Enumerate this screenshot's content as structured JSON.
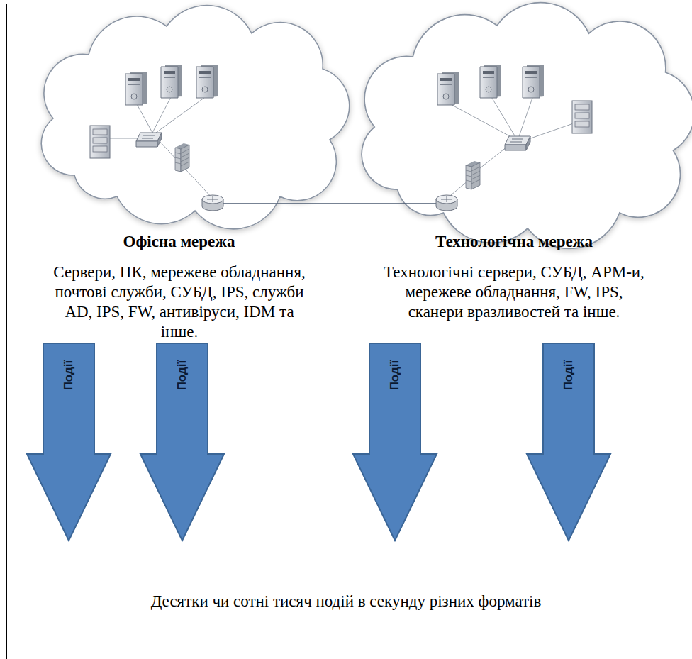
{
  "diagram": {
    "nodes": [
      {
        "text": [
          "Офісна мережа",
          "Сервери, ПК, мережеве обладнання, почтові служби, СУБД, IPS, служби AD, IPS, FW, антивіруси, IDM та інше."
        ]
      },
      {
        "text": [
          "Технологічна мережа",
          "Технологічні сервери, СУБД, АРМ-и, мережеве обладнання, FW, IPS, сканери вразливостей та інше."
        ]
      },
      {
        "text": [
          "Події"
        ]
      },
      {
        "text": [
          "Події"
        ]
      },
      {
        "text": [
          "Події"
        ]
      },
      {
        "text": [
          "Події"
        ]
      }
    ],
    "edges": [
      {
        "from": 0,
        "to": 1,
        "arrow": "none"
      }
    ],
    "labels": [
      "Десятки чи сотні тисяч подій в секунду різних форматів"
    ]
  }
}
